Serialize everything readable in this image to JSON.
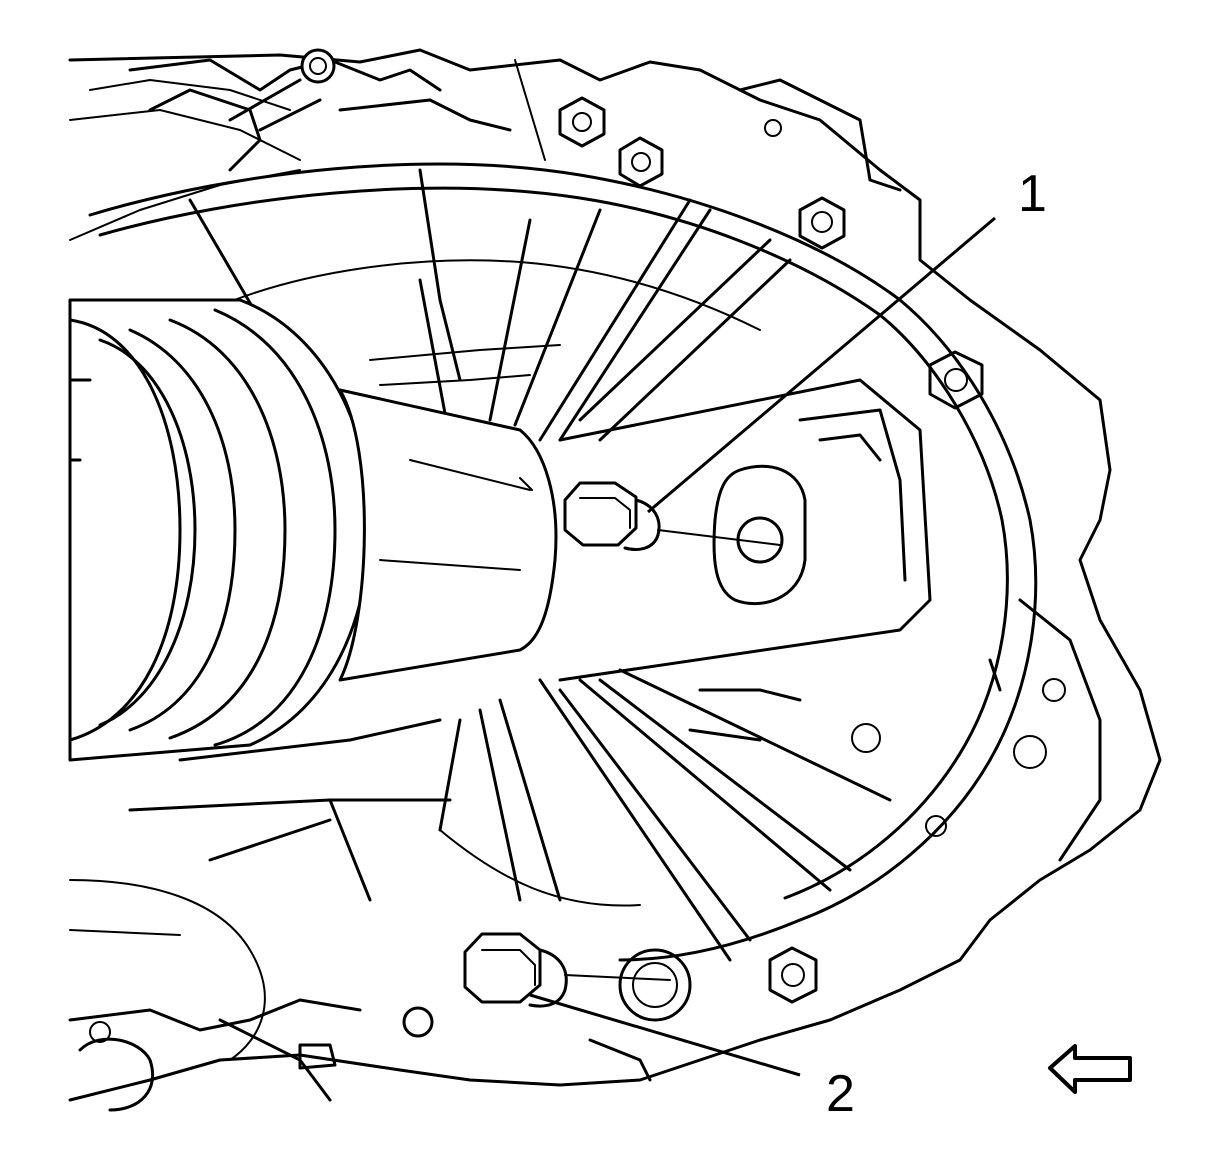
{
  "callouts": [
    {
      "id": "1",
      "label": "1"
    },
    {
      "id": "2",
      "label": "2"
    }
  ],
  "icons": {
    "view_direction": "arrow-left-icon"
  },
  "colors": {
    "line": "#000000",
    "background": "#ffffff"
  }
}
